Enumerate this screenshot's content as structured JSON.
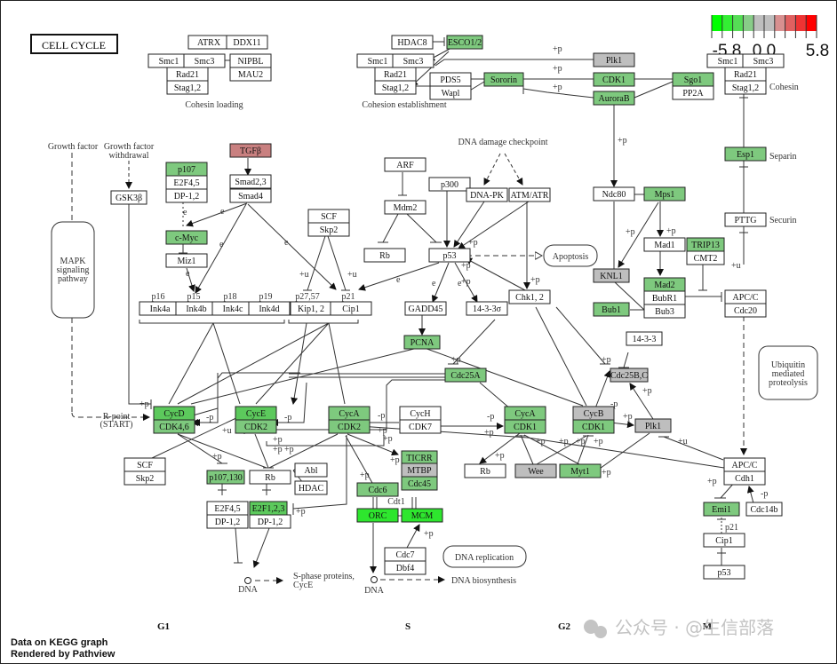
{
  "title": "CELL CYCLE",
  "legend": {
    "min_label": "-5.8",
    "mid_label": "0.0",
    "max_label": "5.8",
    "colors": [
      "#00ff00",
      "#33ee33",
      "#55dd55",
      "#88cc88",
      "#bebebe",
      "#bebebe",
      "#d89090",
      "#e06060",
      "#ee3333",
      "#ff0000"
    ]
  },
  "colors": {
    "white": "#ffffff",
    "green_light": "#7ec97e",
    "green_mid": "#5cc95c",
    "green_bright": "#2ee62e",
    "gray": "#bebebe",
    "red_light": "#c98080"
  },
  "nodes": [
    {
      "id": "atrx",
      "label": "ATRX",
      "fill": "white"
    },
    {
      "id": "ddx11",
      "label": "DDX11",
      "fill": "white"
    },
    {
      "id": "smc1_a",
      "label": "Smc1",
      "fill": "white"
    },
    {
      "id": "smc3_a",
      "label": "Smc3",
      "fill": "white"
    },
    {
      "id": "nipbl",
      "label": "NIPBL",
      "fill": "white"
    },
    {
      "id": "mau2",
      "label": "MAU2",
      "fill": "white"
    },
    {
      "id": "rad21_a",
      "label": "Rad21",
      "fill": "white"
    },
    {
      "id": "stag_a",
      "label": "Stag1,2",
      "fill": "white"
    },
    {
      "id": "hdac8",
      "label": "HDAC8",
      "fill": "white"
    },
    {
      "id": "esco",
      "label": "ESCO1/2",
      "fill": "green_light"
    },
    {
      "id": "smc1_b",
      "label": "Smc1",
      "fill": "white"
    },
    {
      "id": "smc3_b",
      "label": "Smc3",
      "fill": "white"
    },
    {
      "id": "rad21_b",
      "label": "Rad21",
      "fill": "white"
    },
    {
      "id": "stag_b",
      "label": "Stag1,2",
      "fill": "white"
    },
    {
      "id": "pds5",
      "label": "PDS5",
      "fill": "white"
    },
    {
      "id": "wapl",
      "label": "Wapl",
      "fill": "white"
    },
    {
      "id": "sororin",
      "label": "Sororin",
      "fill": "green_light"
    },
    {
      "id": "plk1_top",
      "label": "Plk1",
      "fill": "gray"
    },
    {
      "id": "cdk1_top",
      "label": "CDK1",
      "fill": "green_light"
    },
    {
      "id": "aurorab",
      "label": "AuroraB",
      "fill": "green_light"
    },
    {
      "id": "sgo1",
      "label": "Sgo1",
      "fill": "green_light"
    },
    {
      "id": "pp2a",
      "label": "PP2A",
      "fill": "white"
    },
    {
      "id": "smc1_c",
      "label": "Smc1",
      "fill": "white"
    },
    {
      "id": "smc3_c",
      "label": "Smc3",
      "fill": "white"
    },
    {
      "id": "rad21_c",
      "label": "Rad21",
      "fill": "white"
    },
    {
      "id": "stag_c",
      "label": "Stag1,2",
      "fill": "white"
    },
    {
      "id": "esp1",
      "label": "Esp1",
      "fill": "green_light"
    },
    {
      "id": "pttg",
      "label": "PTTG",
      "fill": "white"
    },
    {
      "id": "tgfb",
      "label": "TGFβ",
      "fill": "red_light"
    },
    {
      "id": "smad23",
      "label": "Smad2,3",
      "fill": "white"
    },
    {
      "id": "smad4",
      "label": "Smad4",
      "fill": "white"
    },
    {
      "id": "p107_a",
      "label": "p107",
      "fill": "green_light"
    },
    {
      "id": "e2f45_a",
      "label": "E2F4,5",
      "fill": "white"
    },
    {
      "id": "dp12_a",
      "label": "DP-1,2",
      "fill": "white"
    },
    {
      "id": "gsk3b",
      "label": "GSK3β",
      "fill": "white"
    },
    {
      "id": "cmyc",
      "label": "c-Myc",
      "fill": "green_light"
    },
    {
      "id": "miz1",
      "label": "Miz1",
      "fill": "white"
    },
    {
      "id": "ink4a",
      "label": "Ink4a",
      "fill": "white"
    },
    {
      "id": "ink4b",
      "label": "Ink4b",
      "fill": "white"
    },
    {
      "id": "ink4c",
      "label": "Ink4c",
      "fill": "white"
    },
    {
      "id": "ink4d",
      "label": "Ink4d",
      "fill": "white"
    },
    {
      "id": "kip12",
      "label": "Kip1, 2",
      "fill": "white"
    },
    {
      "id": "cip1_a",
      "label": "Cip1",
      "fill": "white"
    },
    {
      "id": "scf_a",
      "label": "SCF",
      "fill": "white"
    },
    {
      "id": "skp2_a",
      "label": "Skp2",
      "fill": "white"
    },
    {
      "id": "arf",
      "label": "ARF",
      "fill": "white"
    },
    {
      "id": "mdm2",
      "label": "Mdm2",
      "fill": "white"
    },
    {
      "id": "rb_a",
      "label": "Rb",
      "fill": "white"
    },
    {
      "id": "p300",
      "label": "p300",
      "fill": "white"
    },
    {
      "id": "dnapk",
      "label": "DNA-PK",
      "fill": "white"
    },
    {
      "id": "atmatr",
      "label": "ATM/ATR",
      "fill": "white"
    },
    {
      "id": "p53_a",
      "label": "p53",
      "fill": "white"
    },
    {
      "id": "gadd45",
      "label": "GADD45",
      "fill": "white"
    },
    {
      "id": "s1433s",
      "label": "14-3-3σ",
      "fill": "white"
    },
    {
      "id": "chk12",
      "label": "Chk1, 2",
      "fill": "white"
    },
    {
      "id": "pcna",
      "label": "PCNA",
      "fill": "green_light"
    },
    {
      "id": "ndc80",
      "label": "Ndc80",
      "fill": "white"
    },
    {
      "id": "mps1",
      "label": "Mps1",
      "fill": "green_light"
    },
    {
      "id": "mad1",
      "label": "Mad1",
      "fill": "white"
    },
    {
      "id": "trip13",
      "label": "TRIP13",
      "fill": "green_light"
    },
    {
      "id": "cmt2",
      "label": "CMT2",
      "fill": "white"
    },
    {
      "id": "knl1",
      "label": "KNL1",
      "fill": "gray"
    },
    {
      "id": "mad2",
      "label": "Mad2",
      "fill": "green_light"
    },
    {
      "id": "bubr1",
      "label": "BubR1",
      "fill": "white"
    },
    {
      "id": "bub3",
      "label": "Bub3",
      "fill": "white"
    },
    {
      "id": "bub1",
      "label": "Bub1",
      "fill": "green_light"
    },
    {
      "id": "apcc_a",
      "label": "APC/C",
      "fill": "white"
    },
    {
      "id": "cdc20",
      "label": "Cdc20",
      "fill": "white"
    },
    {
      "id": "s1433",
      "label": "14-3-3",
      "fill": "white"
    },
    {
      "id": "cdc25bc",
      "label": "Cdc25B,C",
      "fill": "gray"
    },
    {
      "id": "cdc25a",
      "label": "Cdc25A",
      "fill": "green_light"
    },
    {
      "id": "cycd",
      "label": "CycD",
      "fill": "green_mid"
    },
    {
      "id": "cdk46",
      "label": "CDK4,6",
      "fill": "green_light"
    },
    {
      "id": "cyce",
      "label": "CycE",
      "fill": "green_mid"
    },
    {
      "id": "cdk2_e",
      "label": "CDK2",
      "fill": "green_light"
    },
    {
      "id": "cyca_2",
      "label": "CycA",
      "fill": "green_light"
    },
    {
      "id": "cdk2_a",
      "label": "CDK2",
      "fill": "green_light"
    },
    {
      "id": "cych",
      "label": "CycH",
      "fill": "white"
    },
    {
      "id": "cdk7",
      "label": "CDK7",
      "fill": "white"
    },
    {
      "id": "cyca_1",
      "label": "CycA",
      "fill": "green_light"
    },
    {
      "id": "cdk1_a",
      "label": "CDK1",
      "fill": "green_light"
    },
    {
      "id": "cycb",
      "label": "CycB",
      "fill": "gray"
    },
    {
      "id": "cdk1_b",
      "label": "CDK1",
      "fill": "green_light"
    },
    {
      "id": "plk1_b",
      "label": "Plk1",
      "fill": "gray"
    },
    {
      "id": "scf_b",
      "label": "SCF",
      "fill": "white"
    },
    {
      "id": "skp2_b",
      "label": "Skp2",
      "fill": "white"
    },
    {
      "id": "p107130",
      "label": "p107,130",
      "fill": "green_light"
    },
    {
      "id": "rb_b",
      "label": "Rb",
      "fill": "white"
    },
    {
      "id": "abl",
      "label": "Abl",
      "fill": "white"
    },
    {
      "id": "hdac",
      "label": "HDAC",
      "fill": "white"
    },
    {
      "id": "e2f45_b",
      "label": "E2F4,5",
      "fill": "white"
    },
    {
      "id": "dp12_b",
      "label": "DP-1,2",
      "fill": "white"
    },
    {
      "id": "e2f123",
      "label": "E2F1,2,3",
      "fill": "green_mid"
    },
    {
      "id": "dp12_c",
      "label": "DP-1,2",
      "fill": "white"
    },
    {
      "id": "ticrr",
      "label": "TICRR",
      "fill": "green_light"
    },
    {
      "id": "mtbp",
      "label": "MTBP",
      "fill": "gray"
    },
    {
      "id": "cdc45",
      "label": "Cdc45",
      "fill": "green_light"
    },
    {
      "id": "rb_c",
      "label": "Rb",
      "fill": "white"
    },
    {
      "id": "wee",
      "label": "Wee",
      "fill": "gray"
    },
    {
      "id": "myt1",
      "label": "Myt1",
      "fill": "green_light"
    },
    {
      "id": "cdc6",
      "label": "Cdc6",
      "fill": "green_light"
    },
    {
      "id": "orc",
      "label": "ORC",
      "fill": "green_bright"
    },
    {
      "id": "mcm",
      "label": "MCM",
      "fill": "green_bright"
    },
    {
      "id": "cdc7",
      "label": "Cdc7",
      "fill": "white"
    },
    {
      "id": "dbf4",
      "label": "Dbf4",
      "fill": "white"
    },
    {
      "id": "apcc_b",
      "label": "APC/C",
      "fill": "white"
    },
    {
      "id": "cdh1",
      "label": "Cdh1",
      "fill": "white"
    },
    {
      "id": "emi1",
      "label": "Emi1",
      "fill": "green_light"
    },
    {
      "id": "cdc14b",
      "label": "Cdc14b",
      "fill": "white"
    },
    {
      "id": "cip1_b",
      "label": "Cip1",
      "fill": "white"
    },
    {
      "id": "p53_b",
      "label": "p53",
      "fill": "white"
    }
  ],
  "labels": {
    "cohesin_loading": "Cohesin loading",
    "cohesion_establishment": "Cohesion establishment",
    "cohesin": "Cohesin",
    "separin": "Separin",
    "securin": "Securin",
    "growth_factor": "Growth factor",
    "growth_factor_withdrawal_1": "Growth factor",
    "growth_factor_withdrawal_2": "withdrawal",
    "dna_damage_checkpoint": "DNA damage checkpoint",
    "apoptosis": "Apoptosis",
    "mapk_1": "MAPK",
    "mapk_2": "signaling",
    "mapk_3": "pathway",
    "ubiquitin_1": "Ubiquitin",
    "ubiquitin_2": "mediated",
    "ubiquitin_3": "proteolysis",
    "rpoint_1": "R-point",
    "rpoint_2": "(START)",
    "p16": "p16",
    "p15": "p15",
    "p18": "p18",
    "p19": "p19",
    "p2757": "p27,57",
    "p21": "p21",
    "p21_b": "p21",
    "cdt1": "Cdt1",
    "dna_1": "DNA",
    "dna_2": "DNA",
    "sphase_1": "S-phase proteins,",
    "sphase_2": "CycE",
    "dna_biosynthesis": "DNA biosynthesis",
    "dna_replication": "DNA replication",
    "plus_p": "+p",
    "minus_p": "-p",
    "plus_u": "+u",
    "e": "e"
  },
  "phases": {
    "g1": "G1",
    "s": "S",
    "g2": "G2",
    "m": "M"
  },
  "footer": {
    "line1": "Data on KEGG graph",
    "line2": "Rendered by Pathview"
  },
  "watermark": "公众号 · @生信部落"
}
